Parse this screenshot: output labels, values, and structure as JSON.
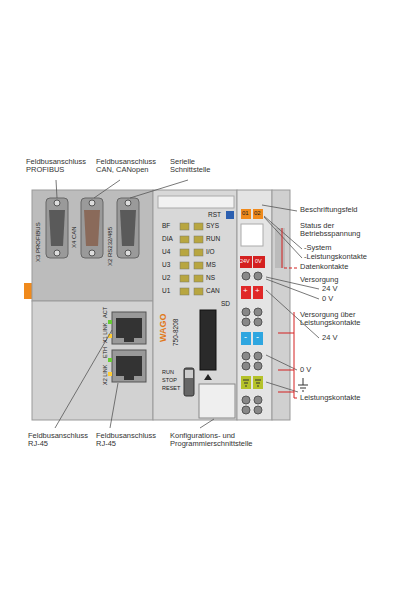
{
  "diagram": {
    "labels": [
      "Feldbusanschluss PROFIBUS",
      "Feldbusanschluss CAN, CANopen",
      "Serielle Schnittstelle",
      "Beschriftungsfeld",
      "Status der Betriebsspannung",
      "-System",
      "-Leistungskontakte",
      "Datenkontakte",
      "Versorgung",
      "24 V",
      "0 V",
      "Versorgung über Leistungskontakte",
      "24 V",
      "0 V",
      "Leistungskontakte",
      "Feldbusanschluss RJ-45",
      "Feldbusanschluss RJ-45",
      "Konfigurations- und Programmierschnittstelle",
      "X3 PROFIBUS",
      "X4 CAN",
      "X2 RS232/485",
      "BF",
      "DIA",
      "U4",
      "U3",
      "U2",
      "U1",
      "SYS",
      "RUN",
      "I/O",
      "MS",
      "NS",
      "CAN",
      "RST",
      "SD",
      "WAGO",
      "750-8208",
      "RUN",
      "STOP",
      "RESET",
      "ACT",
      "X1 LINK",
      "ETH",
      "X2 LINK",
      "01",
      "02",
      "24V",
      "0V",
      "+",
      "+",
      "-",
      "-"
    ]
  }
}
